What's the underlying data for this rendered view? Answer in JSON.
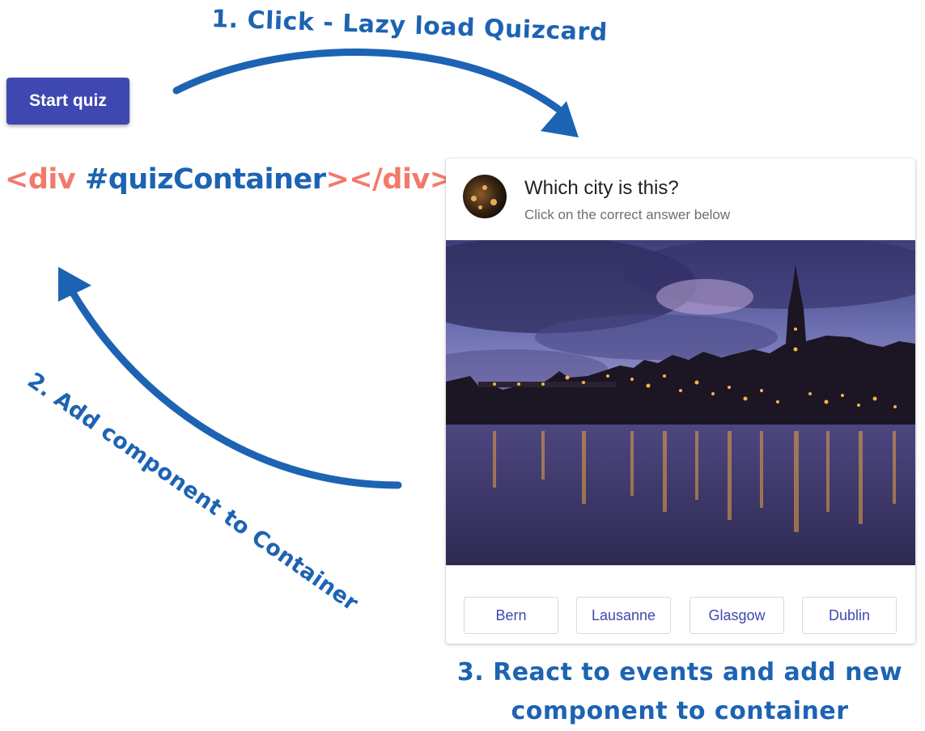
{
  "annotations": {
    "step1": "1. Click -  Lazy load Quizcard",
    "step2": "2. Add component to Container",
    "step3_line1": "3. React to events and add new",
    "step3_line2": "component to container"
  },
  "start_button": {
    "label": "Start quiz"
  },
  "container_code": {
    "open_tag": "<div",
    "id": " #quizContainer",
    "close_tag": "></div>"
  },
  "quiz_card": {
    "title": "Which city is this?",
    "subtitle": "Click on the correct answer below",
    "answers": [
      "Bern",
      "Lausanne",
      "Glasgow",
      "Dublin"
    ]
  },
  "colors": {
    "annotation_blue": "#1d63b3",
    "button_indigo": "#3f48b0",
    "tag_salmon": "#f27a6a"
  }
}
